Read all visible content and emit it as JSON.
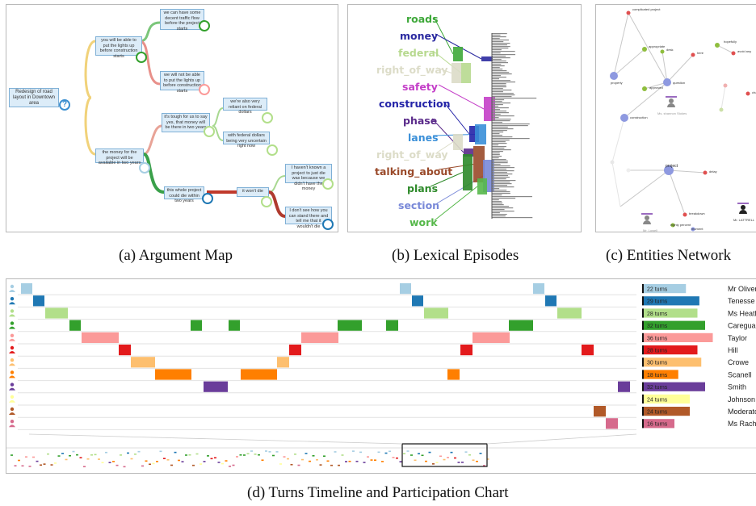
{
  "captions": {
    "a": "(a) Argument Map",
    "b": "(b) Lexical Episodes",
    "c": "(c) Entities Network",
    "d": "(d) Turns Timeline and Participation Chart"
  },
  "argument_map": {
    "root": "Redesign of road layout in Downtown area",
    "nodes": [
      "we can have some decent traffic flow before the project starts",
      "you will be able to put the lights up before construction starts",
      "we will not be able to put the lights up before construction starts",
      "we're also very reliant on federal dollars",
      "it's tough for us to say yes, that money will be there in two years",
      "with federal dollars being very uncertain right now",
      "the money for the project will be available in two years",
      "I haven't known a project to just die was because we didn't have the money",
      "this whole project could die within two years",
      "it won't die",
      "I don't see how you can stand there and tell me that it wouldn't die"
    ]
  },
  "lexical_episodes": {
    "words": [
      {
        "text": "roads",
        "color": "#3ea83a"
      },
      {
        "text": "money",
        "color": "#2b2aa0"
      },
      {
        "text": "federal",
        "color": "#b7d98f"
      },
      {
        "text": "right_of_way",
        "color": "#dcdcc8"
      },
      {
        "text": "safety",
        "color": "#c43fc8"
      },
      {
        "text": "construction",
        "color": "#2424a8"
      },
      {
        "text": "phase",
        "color": "#5a2a8a"
      },
      {
        "text": "lanes",
        "color": "#3a8fd8"
      },
      {
        "text": "right_of_way",
        "color": "#dcdcc8"
      },
      {
        "text": "talking_about",
        "color": "#9a4a2a"
      },
      {
        "text": "plans",
        "color": "#2e8a2a"
      },
      {
        "text": "section",
        "color": "#7888d8"
      },
      {
        "text": "work",
        "color": "#56b84a"
      }
    ]
  },
  "entities_network": {
    "entities": [
      "complicated project",
      "appropriate",
      "desk",
      "here",
      "hopefully",
      "avoid any",
      "property",
      "question",
      "approved",
      "construction",
      "challenges",
      "Ms. shannon Stokes",
      "project",
      "delay",
      "breakdown",
      "Mr. Lowell",
      "eighty percent",
      "moment",
      "Mr. LATTRELL"
    ]
  },
  "timeline": {
    "participants": [
      {
        "name": "Mr Oliver",
        "turns": 22,
        "label": "22 turns",
        "color": "#a6cee3"
      },
      {
        "name": "Tenesse",
        "turns": 29,
        "label": "29 turns",
        "color": "#1f78b4"
      },
      {
        "name": "Ms Heath",
        "turns": 28,
        "label": "28 turns",
        "color": "#b2df8a"
      },
      {
        "name": "Careguard",
        "turns": 32,
        "label": "32 turns",
        "color": "#33a02c"
      },
      {
        "name": "Taylor",
        "turns": 36,
        "label": "36 turns",
        "color": "#fb9a99"
      },
      {
        "name": "Hill",
        "turns": 28,
        "label": "28 turns",
        "color": "#e31a1c"
      },
      {
        "name": "Crowe",
        "turns": 30,
        "label": "30 turns",
        "color": "#fdbf6f"
      },
      {
        "name": "Scanell",
        "turns": 18,
        "label": "18 turns",
        "color": "#ff7f00"
      },
      {
        "name": "Smith",
        "turns": 32,
        "label": "32 turns",
        "color": "#6a3d9a"
      },
      {
        "name": "Johnson",
        "turns": 24,
        "label": "24 turns",
        "color": "#ffff99"
      },
      {
        "name": "Moderator",
        "turns": 24,
        "label": "24 turns",
        "color": "#b15928"
      },
      {
        "name": "Ms Rachel",
        "turns": 16,
        "label": "16 turns",
        "color": "#d66a8c"
      }
    ]
  }
}
